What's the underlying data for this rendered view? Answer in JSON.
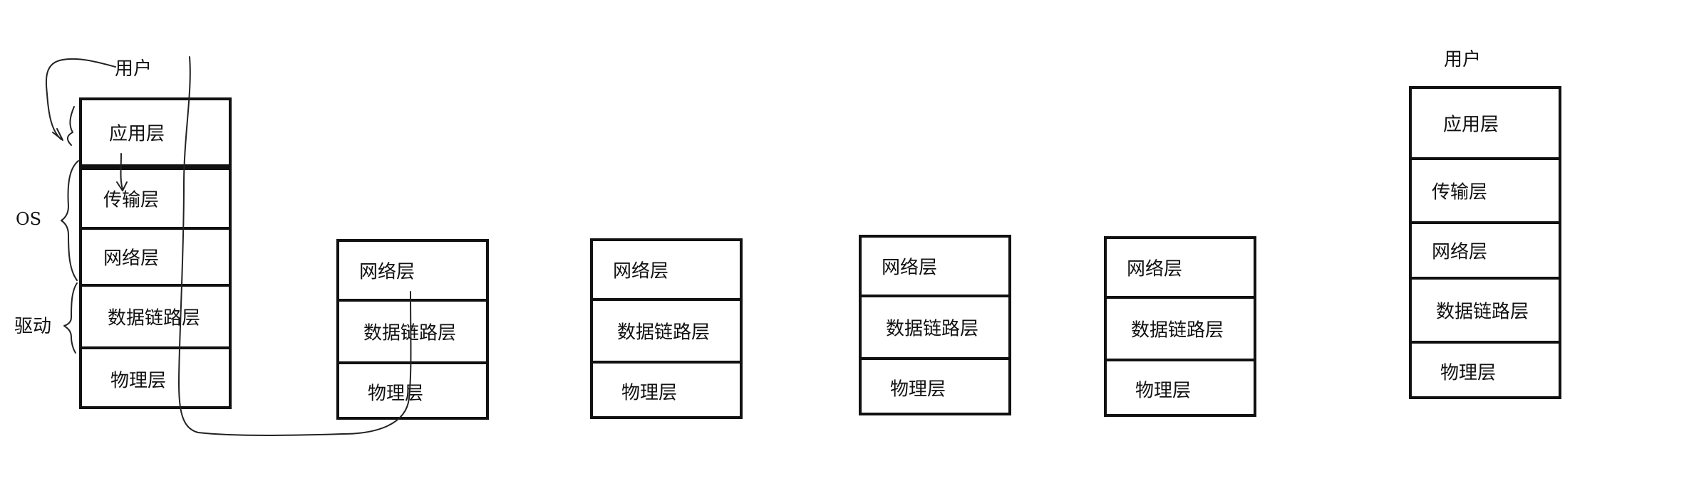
{
  "labels": {
    "user_left": "用户",
    "user_right": "用户",
    "os": "OS",
    "driver": "驱动"
  },
  "stacks": [
    {
      "layers": [
        "应用层",
        "传输层",
        "网络层",
        "数据链路层",
        "物理层"
      ]
    },
    {
      "layers": [
        "网络层",
        "数据链路层",
        "物理层"
      ]
    },
    {
      "layers": [
        "网络层",
        "数据链路层",
        "物理层"
      ]
    },
    {
      "layers": [
        "网络层",
        "数据链路层",
        "物理层"
      ]
    },
    {
      "layers": [
        "网络层",
        "数据链路层",
        "物理层"
      ]
    },
    {
      "layers": [
        "应用层",
        "传输层",
        "网络层",
        "数据链路层",
        "物理层"
      ]
    }
  ]
}
